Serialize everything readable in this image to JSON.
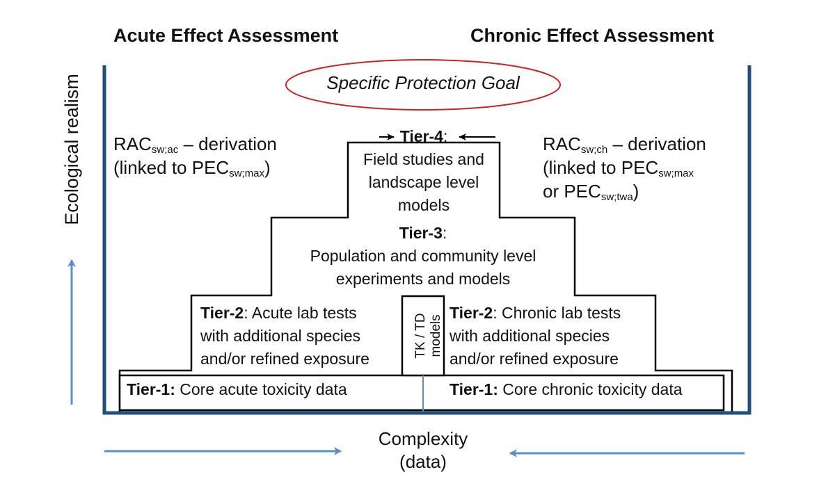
{
  "headers": {
    "acute": "Acute Effect Assessment",
    "chronic": "Chronic Effect Assessment"
  },
  "axes": {
    "y_label": "Ecological realism",
    "x_label_line1": "Complexity",
    "x_label_line2": "(data)"
  },
  "goal": "Specific Protection Goal",
  "rac_left": {
    "prefix": "RAC",
    "sub": "sw;ac",
    "mid": " – derivation",
    "line2_prefix": "(linked to PEC",
    "line2_sub": "sw;max",
    "line2_suffix": ")"
  },
  "rac_right": {
    "prefix": "RAC",
    "sub": "sw;ch",
    "mid": " – derivation",
    "line2_prefix": "(linked to PEC",
    "line2_sub": "sw;max",
    "line3_prefix": "or PEC",
    "line3_sub": "sw;twa",
    "line3_suffix": ")"
  },
  "tiers": {
    "tier4": {
      "name": "Tier-4",
      "colon": ":",
      "l1": "Field studies and",
      "l2": "landscape level",
      "l3": "models"
    },
    "tier3": {
      "name": "Tier-3",
      "colon": ":",
      "l1": "Population and community level",
      "l2": "experiments and models"
    },
    "tier2_acute": {
      "name": "Tier-2",
      "l1_rest": ": Acute lab tests",
      "l2": "with additional species",
      "l3": "and/or refined exposure"
    },
    "tier2_chronic": {
      "name": "Tier-2",
      "l1_rest": ": Chronic lab tests",
      "l2": "with additional species",
      "l3": "and/or refined exposure"
    },
    "tier1_acute": {
      "name": "Tier-1:",
      "rest": " Core acute toxicity data"
    },
    "tier1_chronic": {
      "name": "Tier-1:",
      "rest": " Core chronic toxicity data"
    }
  },
  "tktd": {
    "line1": "TK / TD",
    "line2": "models"
  },
  "colors": {
    "frame": "#1f4e79",
    "arrow": "#5b8ec6",
    "ellipse": "#cc2222",
    "steps": "#000000"
  }
}
